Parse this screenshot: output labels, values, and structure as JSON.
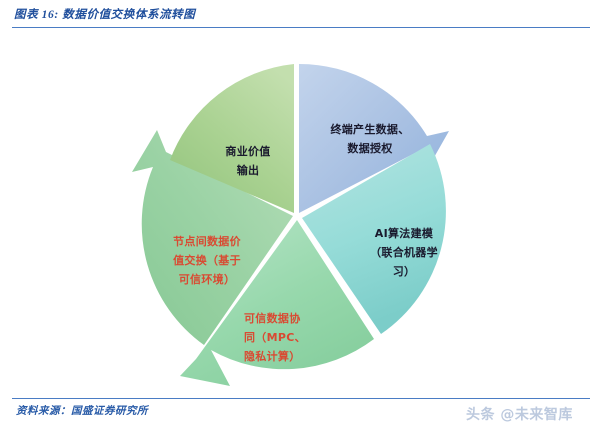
{
  "header": {
    "figure_label": "图表 16",
    "title": "数据价值交换体系流转图",
    "full_title": "图表 16: 数据价值交换体系流转图",
    "rule_color": "#4a7cc4"
  },
  "footer": {
    "source": "资料来源：国盛证券研究所",
    "watermark": "头条 @未来智库",
    "rule_color": "#4a7cc4"
  },
  "chart_data": {
    "type": "pie",
    "title": "数据价值交换体系流转图",
    "subtitle": "",
    "xlabel": "",
    "ylabel": "",
    "legend_position": "none",
    "grid": false,
    "note": "五段循环箭头图，顺时针流转",
    "categories": [
      "终端产生数据、数据授权",
      "AI算法建模（联合机器学习）",
      "可信数据协同（MPC、隐私计算）",
      "节点间数据价值交换（基于可信环境）",
      "商业价值输出"
    ],
    "values": [
      20,
      20,
      20,
      20,
      20
    ],
    "segments": [
      {
        "id": "terminal-data",
        "label": "终端产生数据、\n数据授权",
        "order": 1,
        "start_angle_deg": 0,
        "end_angle_deg": 72,
        "fill_start": "#b9cdea",
        "fill_end": "#8fb0da",
        "text_color": "#1a1a2e",
        "has_arrow": true
      },
      {
        "id": "ai-modeling",
        "label": "AI算法建模\n（联合机器学\n习）",
        "order": 2,
        "start_angle_deg": 72,
        "end_angle_deg": 144,
        "fill_start": "#a9e0de",
        "fill_end": "#7ccfcb",
        "text_color": "#1a1a2e",
        "has_arrow": false
      },
      {
        "id": "trusted-collaboration",
        "label": "可信数据协\n同（MPC、\n隐私计算）",
        "order": 3,
        "start_angle_deg": 144,
        "end_angle_deg": 216,
        "fill_start": "#a9dfbe",
        "fill_end": "#82cf9e",
        "text_color": "#d94a32",
        "has_arrow": false
      },
      {
        "id": "node-value-exchange",
        "label": "节点间数据价\n值交换（基于\n可信环境）",
        "order": 4,
        "start_angle_deg": 216,
        "end_angle_deg": 288,
        "fill_start": "#a8d9ae",
        "fill_end": "#86c894",
        "text_color": "#d94a32",
        "has_arrow": true
      },
      {
        "id": "business-value-output",
        "label": "商业价值\n输出",
        "order": 5,
        "start_angle_deg": 288,
        "end_angle_deg": 360,
        "fill_start": "#b6d6a4",
        "fill_end": "#93c47d",
        "text_color": "#1a1a2e",
        "has_arrow": false
      }
    ]
  }
}
